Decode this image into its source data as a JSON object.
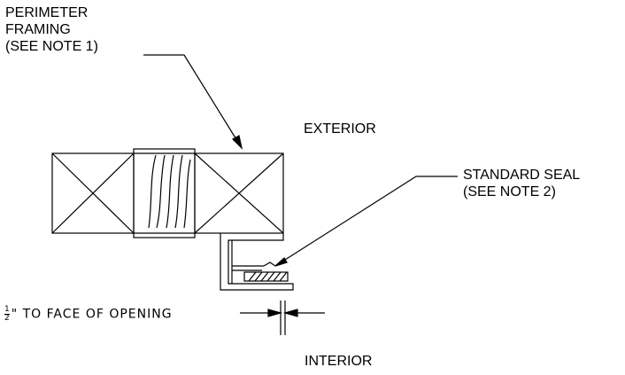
{
  "callouts": {
    "perimeter_framing": {
      "line1": "PERIMETER",
      "line2": "FRAMING",
      "line3": "(SEE NOTE 1)"
    },
    "standard_seal": {
      "line1": "STANDARD SEAL",
      "line2": "(SEE NOTE 2)"
    }
  },
  "labels": {
    "exterior": "EXTERIOR",
    "interior": "INTERIOR"
  },
  "dimension": {
    "fraction_numerator": "1",
    "fraction_denominator": "2",
    "text": "\" TO FACE OF OPENING"
  },
  "colors": {
    "line": "#000000",
    "background": "#ffffff"
  }
}
